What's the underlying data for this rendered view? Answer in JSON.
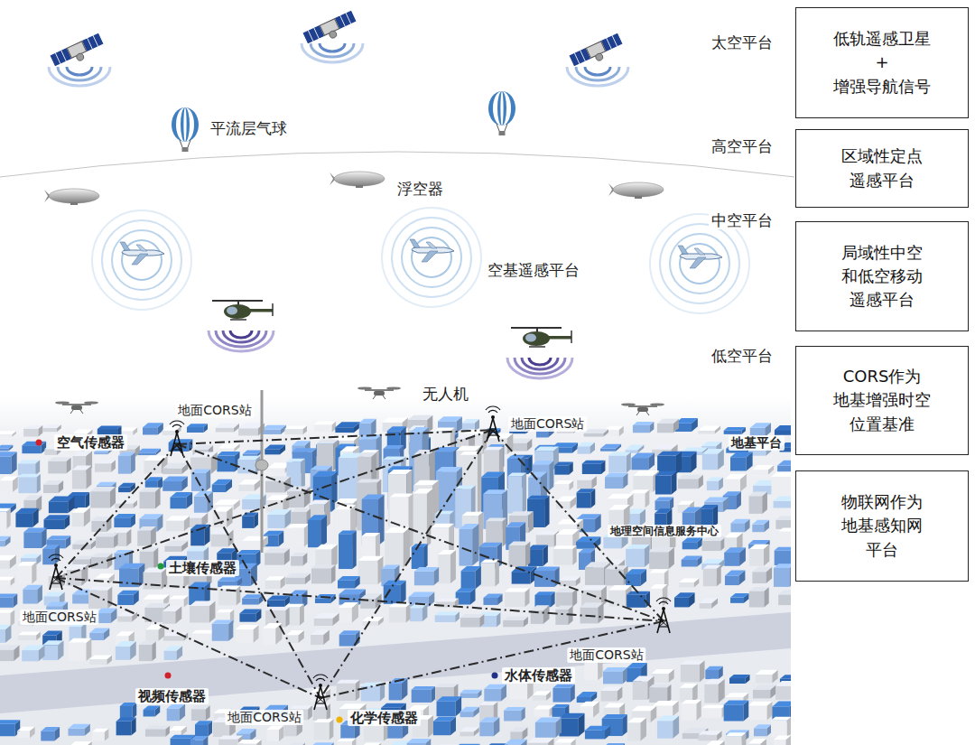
{
  "diagram": {
    "nodes": [
      {
        "text": [
          "低轨遥感卫星+ 增强导航信号"
        ]
      },
      {
        "text": [
          "区域性定点 遥感平台"
        ]
      },
      {
        "text": [
          "局域性中空 和低空移动 遥感平台"
        ]
      },
      {
        "text": [
          "CORS作为 地基增强时空 位置基准"
        ]
      },
      {
        "text": [
          "物联网作为 地基感知网 平台"
        ]
      }
    ],
    "labels": [
      "太空平台",
      "平流层气球",
      "高空平台",
      "浮空器",
      "中空平台",
      "空基遥感平台",
      "低空平台",
      "无人机",
      "地面CORS站",
      "空气传感器",
      "地面CORS站",
      "地基平台",
      "地理空间信息服务中心",
      "土壤传感器",
      "地面CORS站",
      "地面CORS站",
      "水体传感器",
      "视频传感器",
      "化学传感器",
      "地面CORS站"
    ]
  }
}
